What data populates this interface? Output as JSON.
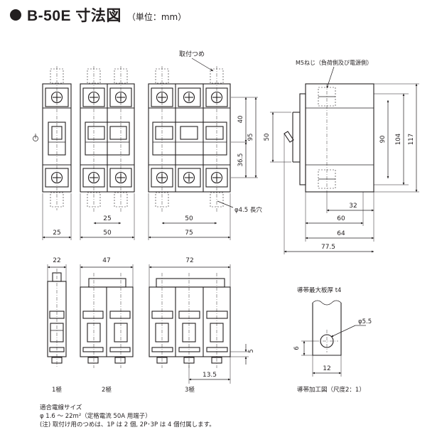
{
  "header": {
    "title": "B-50E 寸法図",
    "unit": "（単位：mm）"
  },
  "front_view": {
    "callout_mount_claw": "取付つめ",
    "pitch_25": "25",
    "pitch_50": "50",
    "width_1p": "25",
    "width_2p": "50",
    "width_3p": "75",
    "height_40": "40",
    "height_36_5": "36.5",
    "height_95": "95",
    "hole": "φ4.5 長穴"
  },
  "side_view": {
    "screw_callout": "M5ねじ（負荷側及び電源側）",
    "height_50": "50",
    "height_90": "90",
    "height_104": "104",
    "height_117": "117",
    "depth_32": "32",
    "depth_60": "60",
    "depth_64": "64",
    "depth_77_5": "77.5"
  },
  "bottom_view": {
    "width_22": "22",
    "width_47": "47",
    "width_72": "72",
    "dim_5": "5",
    "dim_13_5": "13.5",
    "label_1p": "1極",
    "label_2p": "2極",
    "label_3p": "3極"
  },
  "busbar": {
    "title": "導帯最大板厚 t4",
    "hole": "φ5.5",
    "dim_6": "6",
    "dim_12": "12",
    "caption": "導帯加工図（尺度2：1）"
  },
  "notes": {
    "line1": "適合電線サイズ",
    "line2": "φ 1.6 〜 22m²（定格電流 50A 用端子）",
    "line3": "(注) 取付け用のつめは、1P は 2 個, 2P･3P は 4 個付属します。"
  },
  "colors": {
    "ink": "#231f20",
    "background": "#ffffff"
  }
}
